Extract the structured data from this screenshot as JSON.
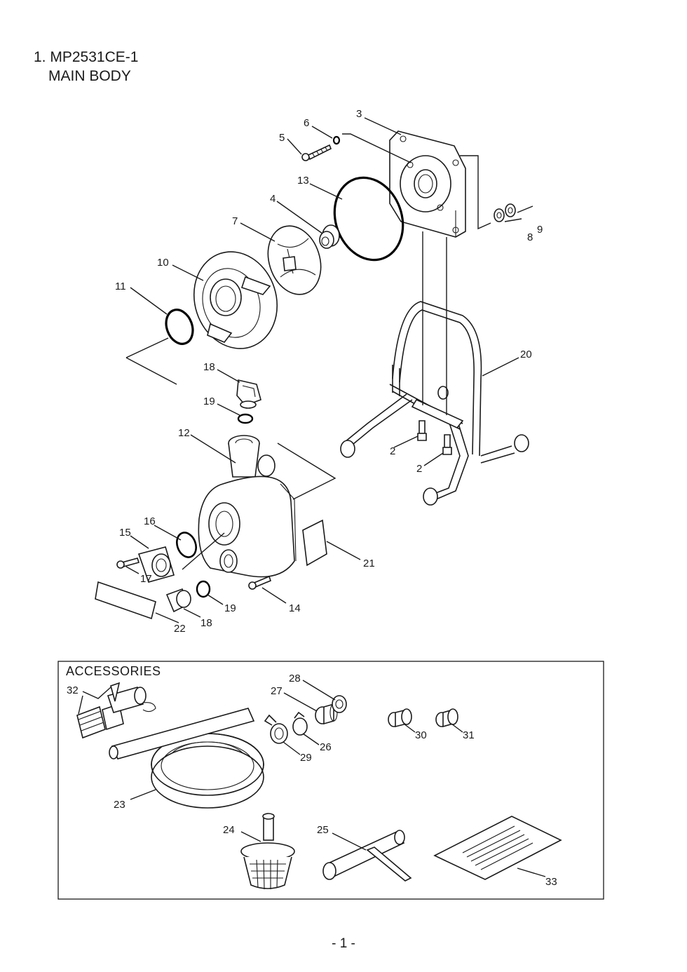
{
  "heading": {
    "line1": "1. MP2531CE-1",
    "line2": "MAIN BODY"
  },
  "accessories": {
    "title": "ACCESSORIES"
  },
  "page_number": "- 1 -",
  "callouts": {
    "c2a": "2",
    "c2b": "2",
    "c3": "3",
    "c4": "4",
    "c5": "5",
    "c6": "6",
    "c7": "7",
    "c8": "8",
    "c9": "9",
    "c10": "10",
    "c11": "11",
    "c12": "12",
    "c13": "13",
    "c14": "14",
    "c15": "15",
    "c16": "16",
    "c17": "17",
    "c18a": "18",
    "c18b": "18",
    "c19a": "19",
    "c19b": "19",
    "c20": "20",
    "c21": "21",
    "c22": "22",
    "c23": "23",
    "c24": "24",
    "c25": "25",
    "c26": "26",
    "c27": "27",
    "c28": "28",
    "c29": "29",
    "c30": "30",
    "c31": "31",
    "c32": "32",
    "c33": "33"
  }
}
